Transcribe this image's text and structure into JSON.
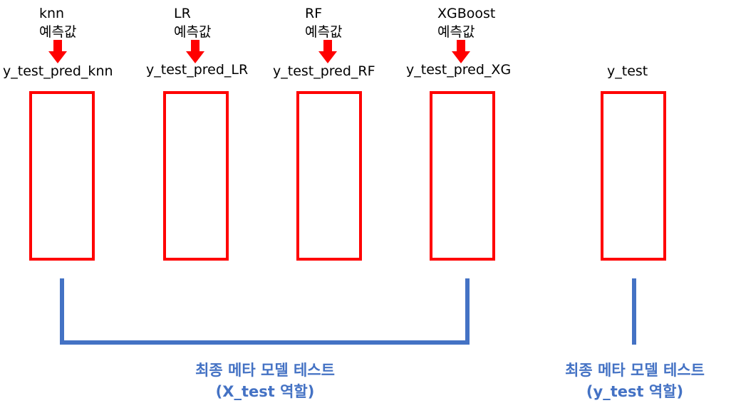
{
  "models": [
    {
      "name": "knn",
      "pred_label": "예측값",
      "var": "y_test_pred_knn"
    },
    {
      "name": "LR",
      "pred_label": "예측값",
      "var": "y_test_pred_LR"
    },
    {
      "name": "RF",
      "pred_label": "예측값",
      "var": "y_test_pred_RF"
    },
    {
      "name": "XGBoost",
      "pred_label": "예측값",
      "var": "y_test_pred_XG"
    }
  ],
  "target": {
    "var": "y_test"
  },
  "captions": {
    "left": {
      "line1": "최종 메타 모델 테스트",
      "line2": "(X_test 역할)"
    },
    "right": {
      "line1": "최종 메타 모델 테스트",
      "line2": "(y_test 역할)"
    }
  },
  "colors": {
    "box": "#ff0000",
    "arrow": "#ff0000",
    "bracket": "#4472c4",
    "caption": "#4472c4"
  }
}
